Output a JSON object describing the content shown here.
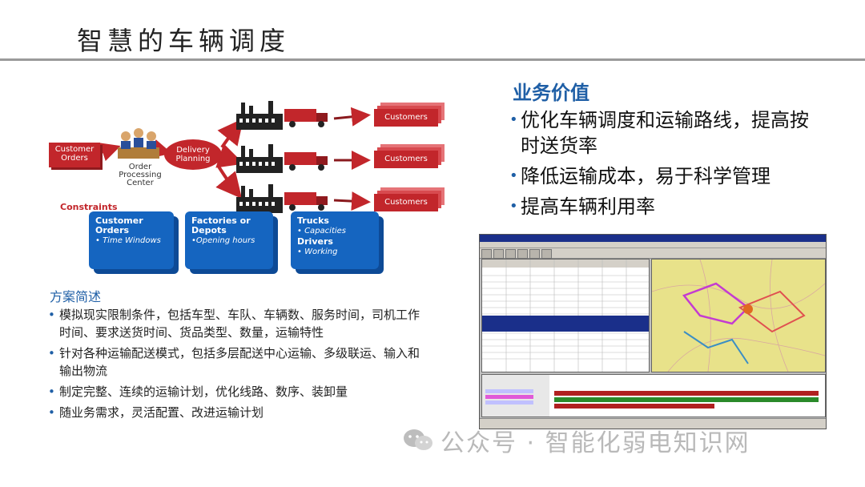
{
  "title": "智慧的车辆调度",
  "diagram": {
    "customer_orders": "Customer Orders",
    "order_processing": "Order Processing Center",
    "delivery_planning": "Delivery Planning",
    "customers": [
      "Customers",
      "Customers",
      "Customers"
    ],
    "constraints_label": "Constraints",
    "blocks": [
      {
        "heading": "Customer Orders",
        "sub": "• Time Windows"
      },
      {
        "heading": "Factories or Depots",
        "sub": "•Opening hours"
      },
      {
        "heading": "Trucks",
        "sub": "• Capacities",
        "heading2": "Drivers",
        "sub2": "• Working"
      }
    ],
    "colors": {
      "red": "#c2262b",
      "blue": "#1565c0"
    }
  },
  "scheme": {
    "title": "方案简述",
    "bullets": [
      "模拟现实限制条件，包括车型、车队、车辆数、服务时间，司机工作时间、要求送货时间、货品类型、数量，运输特性",
      "针对各种运输配送模式，包括多层配送中心运输、多级联运、输入和输出物流",
      "制定完整、连续的运输计划，优化线路、数序、装卸量",
      "随业务需求，灵活配置、改进运输计划"
    ]
  },
  "value": {
    "title": "业务价值",
    "bullets": [
      "优化车辆调度和运输路线，提高按时送货率",
      "降低运输成本，易于科学管理",
      "提高车辆利用率"
    ]
  },
  "watermark": {
    "text": "公众号 · 智能化弱电知识网",
    "icon": "wechat-icon"
  }
}
